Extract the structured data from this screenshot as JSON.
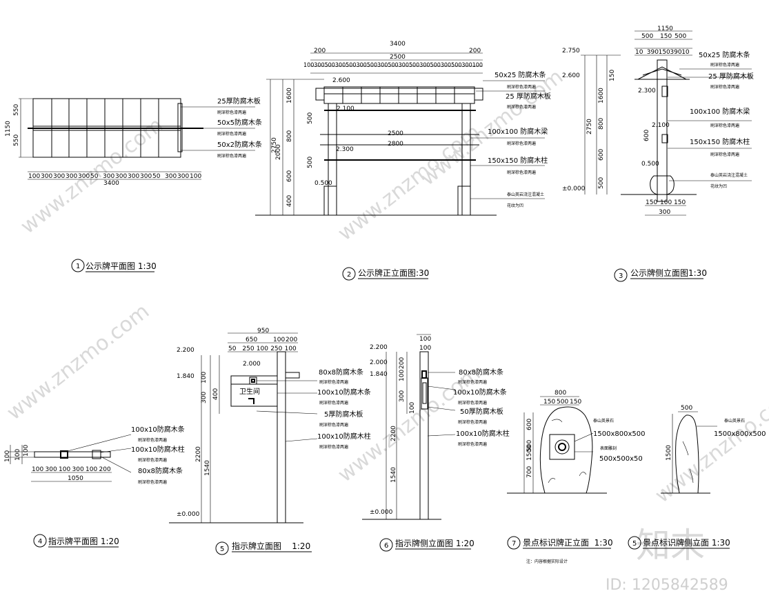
{
  "watermarks": {
    "site": "www.znzmo.com",
    "logo": "知末",
    "id": "ID: 1205842589"
  },
  "titles": [
    {
      "num": "1",
      "text": "公示牌平面图 1:30"
    },
    {
      "num": "2",
      "text": "公示牌正立面图:30"
    },
    {
      "num": "3",
      "text": "公示牌侧立面图1:30"
    },
    {
      "num": "4",
      "text": "指示牌平面图 1:20"
    },
    {
      "num": "5",
      "text": "指示牌立面图    1:20"
    },
    {
      "num": "6",
      "text": "指示牌侧立面图 1:20"
    },
    {
      "num": "7",
      "text": "景点标识牌正立面  1:30"
    },
    {
      "num": "5",
      "text": "景点标识牌侧立面 1:30"
    }
  ],
  "footnote": "注：内容根据实际设计",
  "d1": {
    "dims": [
      "550",
      "550",
      "1150",
      "3400"
    ],
    "bottom": [
      "100",
      "300",
      "300",
      "300",
      "300",
      "50",
      "300",
      "300",
      "300",
      "300",
      "50",
      "300",
      "300",
      "100"
    ],
    "notes": [
      {
        "a": "25厚防腐木板",
        "b": "刷深棕色漆两遍"
      },
      {
        "a": "50x5防腐木条",
        "b": "刷深棕色漆两遍"
      },
      {
        "a": "50x2防腐木条",
        "b": "刷深棕色漆两遍"
      }
    ]
  },
  "d2": {
    "top": [
      "3400",
      "200",
      "2500",
      "200"
    ],
    "sub": "100300500300500300500300500300500300500300500300100",
    "mid": [
      "2500",
      "2800"
    ],
    "levels": [
      "2.600",
      "2.100",
      "2.300",
      "0.500"
    ],
    "left": [
      "2750",
      "2000",
      "500",
      "800",
      "600",
      "500",
      "1600",
      "400"
    ],
    "notes": [
      {
        "a": "50x25  防腐木条",
        "b": "刷深棕色漆两遍"
      },
      {
        "a": "25  厚防腐木板",
        "b": "刷深棕色漆两遍"
      },
      {
        "a": "100x100  防腐木梁",
        "b": "刷深棕色漆两遍"
      },
      {
        "a": "150x150  防腐木柱",
        "b": "刷深棕色漆两遍"
      },
      {
        "a": "泰山英岩浇注混凝土",
        "b": "花纹为凹"
      }
    ]
  },
  "d3": {
    "top": [
      "1150",
      "500",
      "150",
      "500"
    ],
    "sub": [
      "10",
      "390",
      "150",
      "390",
      "10"
    ],
    "levels": [
      "2.750",
      "2.600",
      "2.300",
      "2.100",
      "0.500",
      "±0.000"
    ],
    "left": [
      "2750",
      "1600",
      "800",
      "600",
      "500",
      "150",
      "600"
    ],
    "bottom": [
      "150",
      "100",
      "150"
    ],
    "bottom2": "300",
    "notes": [
      {
        "a": "50x25  防腐木条",
        "b": "刷深棕色漆两遍"
      },
      {
        "a": "25  厚防腐木板",
        "b": "刷深棕色漆两遍"
      },
      {
        "a": "100x100  防腐木梁",
        "b": "刷深棕色漆两遍"
      },
      {
        "a": "150x150  防腐木柱",
        "b": "刷深棕色漆两遍"
      },
      {
        "a": "泰山英岩浇注混凝土",
        "b": "花纹为凹"
      }
    ]
  },
  "d4": {
    "left": [
      "100",
      "100",
      "100"
    ],
    "bottom": [
      "100",
      "300",
      "100",
      "300",
      "100",
      "200"
    ],
    "total": "1050",
    "notes": [
      {
        "a": "100x10防腐木条",
        "b": "刷深棕色漆两遍"
      },
      {
        "a": "100x10防腐木柱",
        "b": "刷深棕色漆两遍"
      },
      {
        "a": "80x8防腐木条",
        "b": "刷深棕色漆两遍"
      }
    ]
  },
  "d5": {
    "top": [
      "950",
      "650",
      "100",
      "200"
    ],
    "sub": [
      "50",
      "250",
      "100",
      "250",
      "100"
    ],
    "levels": [
      "2.200",
      "2.000",
      "1.840",
      "±0.000"
    ],
    "left": [
      "2200",
      "100",
      "300",
      "1540",
      "400"
    ],
    "sign": "卫生间",
    "notes": [
      {
        "a": "80x8防腐木条",
        "b": "刷深棕色漆两遍"
      },
      {
        "a": "100x10防腐木条",
        "b": "刷深棕色漆两遍"
      },
      {
        "a": "5厚防腐木板",
        "b": "刷深棕色漆两遍"
      },
      {
        "a": "100x10防腐木柱",
        "b": "刷深棕色漆两遍"
      }
    ]
  },
  "d6": {
    "top": [
      "100",
      "100"
    ],
    "levels": [
      "2.200",
      "2.000",
      "1.840",
      "±0.000"
    ],
    "left": [
      "2200",
      "1540",
      "200",
      "100",
      "300",
      "100"
    ],
    "notes": [
      {
        "a": "80x8防腐木条",
        "b": "刷深棕色漆两遍"
      },
      {
        "a": "100x10防腐木条",
        "b": "刷深棕色漆两遍"
      },
      {
        "a": "50厚防腐木板",
        "b": "刷深棕色漆两遍"
      },
      {
        "a": "100x10防腐木柱",
        "b": "刷深棕色漆两遍"
      }
    ]
  },
  "d7": {
    "top": [
      "800",
      "150",
      "500",
      "150"
    ],
    "left": [
      "1500",
      "600",
      "500",
      "700"
    ],
    "notes": [
      {
        "a": "泰山英景石",
        "b": "1500x800x500"
      },
      {
        "a": "表面雕刻",
        "b": "500x500x50"
      }
    ]
  },
  "d8": {
    "top": [
      "500"
    ],
    "left": [
      "1500"
    ],
    "notes": [
      {
        "a": "泰山英景石",
        "b": "1500x800x500"
      }
    ]
  }
}
